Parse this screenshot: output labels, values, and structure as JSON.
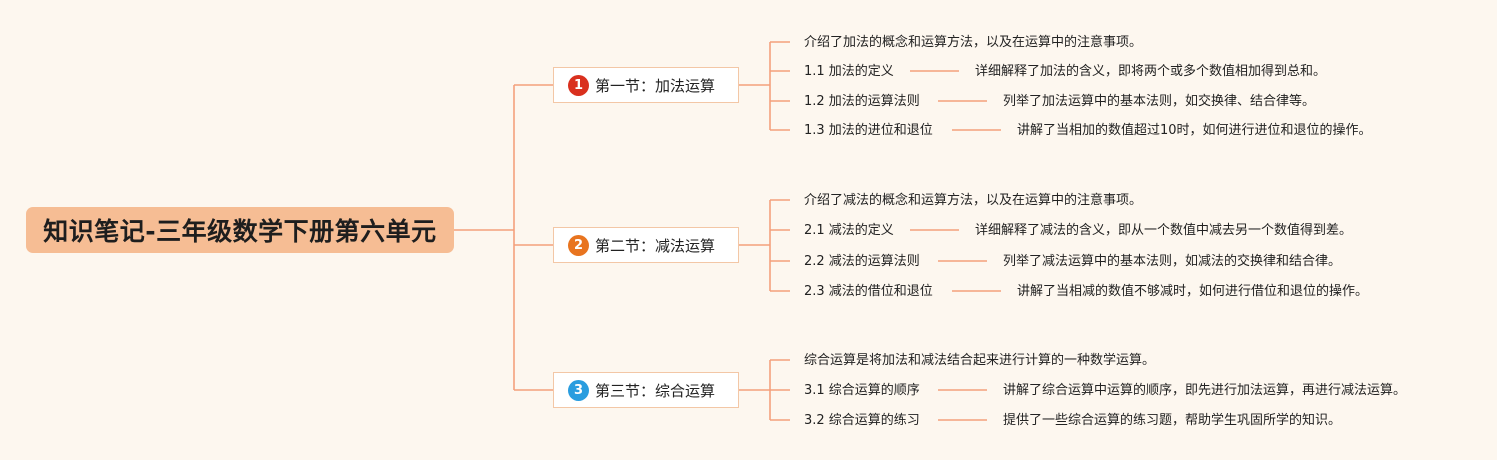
{
  "root": {
    "title": "知识笔记-三年级数学下册第六单元"
  },
  "colors": {
    "line": "#f4a07c",
    "root_fill": "#f6bd94",
    "section_border": "#f3c7a6",
    "background": "#fdf7ef"
  },
  "sections": [
    {
      "badge": "1",
      "badge_color": "#d9301e",
      "title": "第一节：加法运算",
      "intro": "介绍了加法的概念和运算方法，以及在运算中的注意事项。",
      "items": [
        {
          "label": "1.1 加法的定义",
          "desc": "详细解释了加法的含义，即将两个或多个数值相加得到总和。"
        },
        {
          "label": "1.2 加法的运算法则",
          "desc": "列举了加法运算中的基本法则，如交换律、结合律等。"
        },
        {
          "label": "1.3 加法的进位和退位",
          "desc": "讲解了当相加的数值超过10时，如何进行进位和退位的操作。"
        }
      ]
    },
    {
      "badge": "2",
      "badge_color": "#e8741f",
      "title": "第二节：减法运算",
      "intro": "介绍了减法的概念和运算方法，以及在运算中的注意事项。",
      "items": [
        {
          "label": "2.1 减法的定义",
          "desc": "详细解释了减法的含义，即从一个数值中减去另一个数值得到差。"
        },
        {
          "label": "2.2 减法的运算法则",
          "desc": "列举了减法运算中的基本法则，如减法的交换律和结合律。"
        },
        {
          "label": "2.3 减法的借位和退位",
          "desc": "讲解了当相减的数值不够减时，如何进行借位和退位的操作。"
        }
      ]
    },
    {
      "badge": "3",
      "badge_color": "#2a9ddf",
      "title": "第三节：综合运算",
      "intro": "综合运算是将加法和减法结合起来进行计算的一种数学运算。",
      "items": [
        {
          "label": "3.1 综合运算的顺序",
          "desc": "讲解了综合运算中运算的顺序，即先进行加法运算，再进行减法运算。"
        },
        {
          "label": "3.2 综合运算的练习",
          "desc": "提供了一些综合运算的练习题，帮助学生巩固所学的知识。"
        }
      ]
    }
  ]
}
